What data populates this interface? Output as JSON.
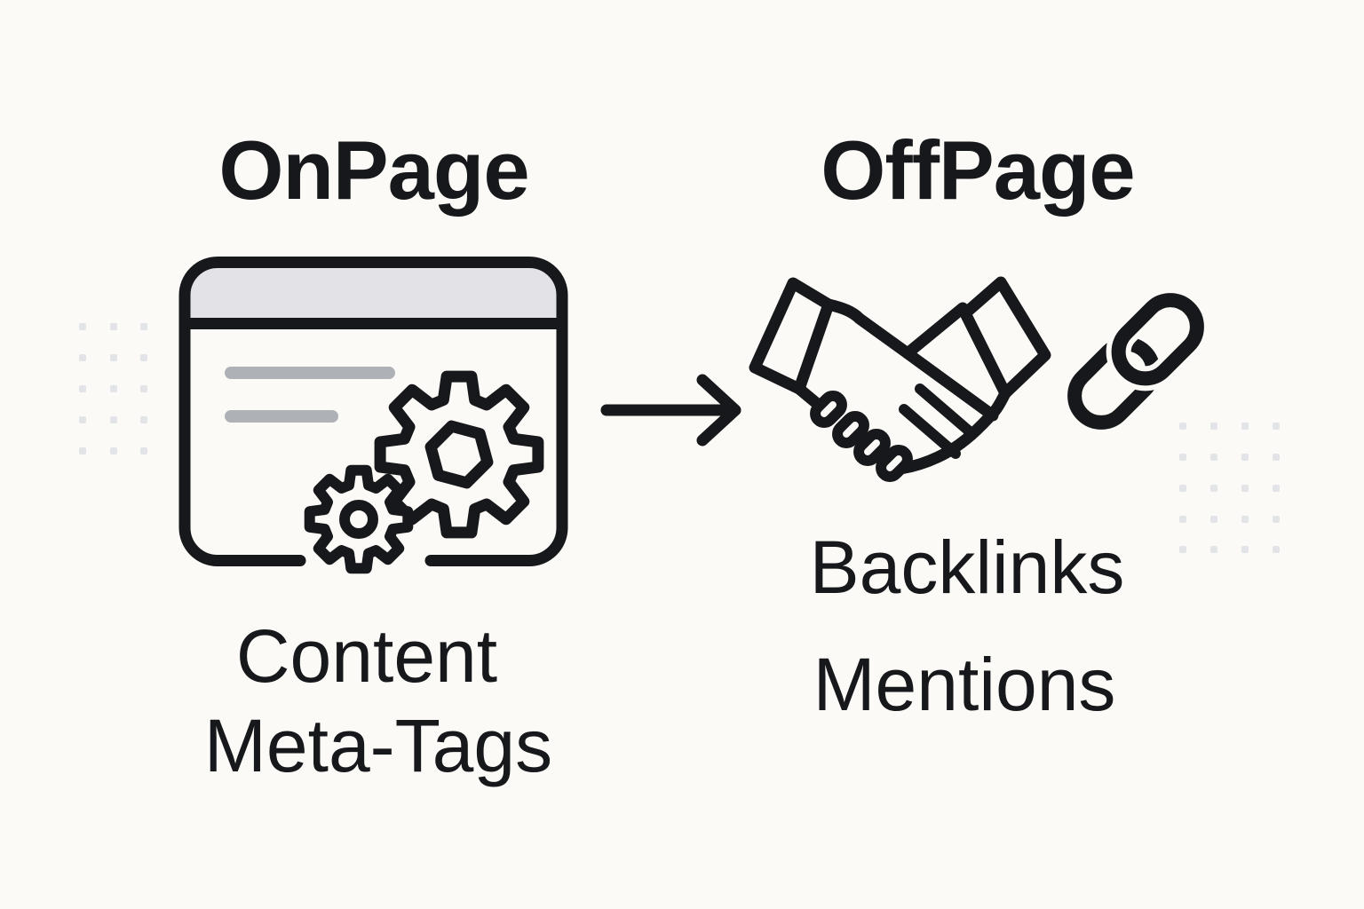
{
  "diagram": {
    "background": "#FBFAF6",
    "ink": "#17181B",
    "left": {
      "title": "OnPage",
      "icon": "browser-window-with-gears",
      "labels": [
        "Content",
        "Meta-Tags"
      ]
    },
    "right": {
      "title": "OffPage",
      "icons": [
        "handshake",
        "chain-link"
      ],
      "labels": [
        "Backlinks",
        "Mentions"
      ]
    },
    "arrow": {
      "direction": "right",
      "from": "OnPage",
      "to": "OffPage"
    },
    "colors": {
      "window_header": "#E3E3E7",
      "placeholder_line": "#AEB1B6",
      "dot": "#E2E4E8"
    }
  }
}
